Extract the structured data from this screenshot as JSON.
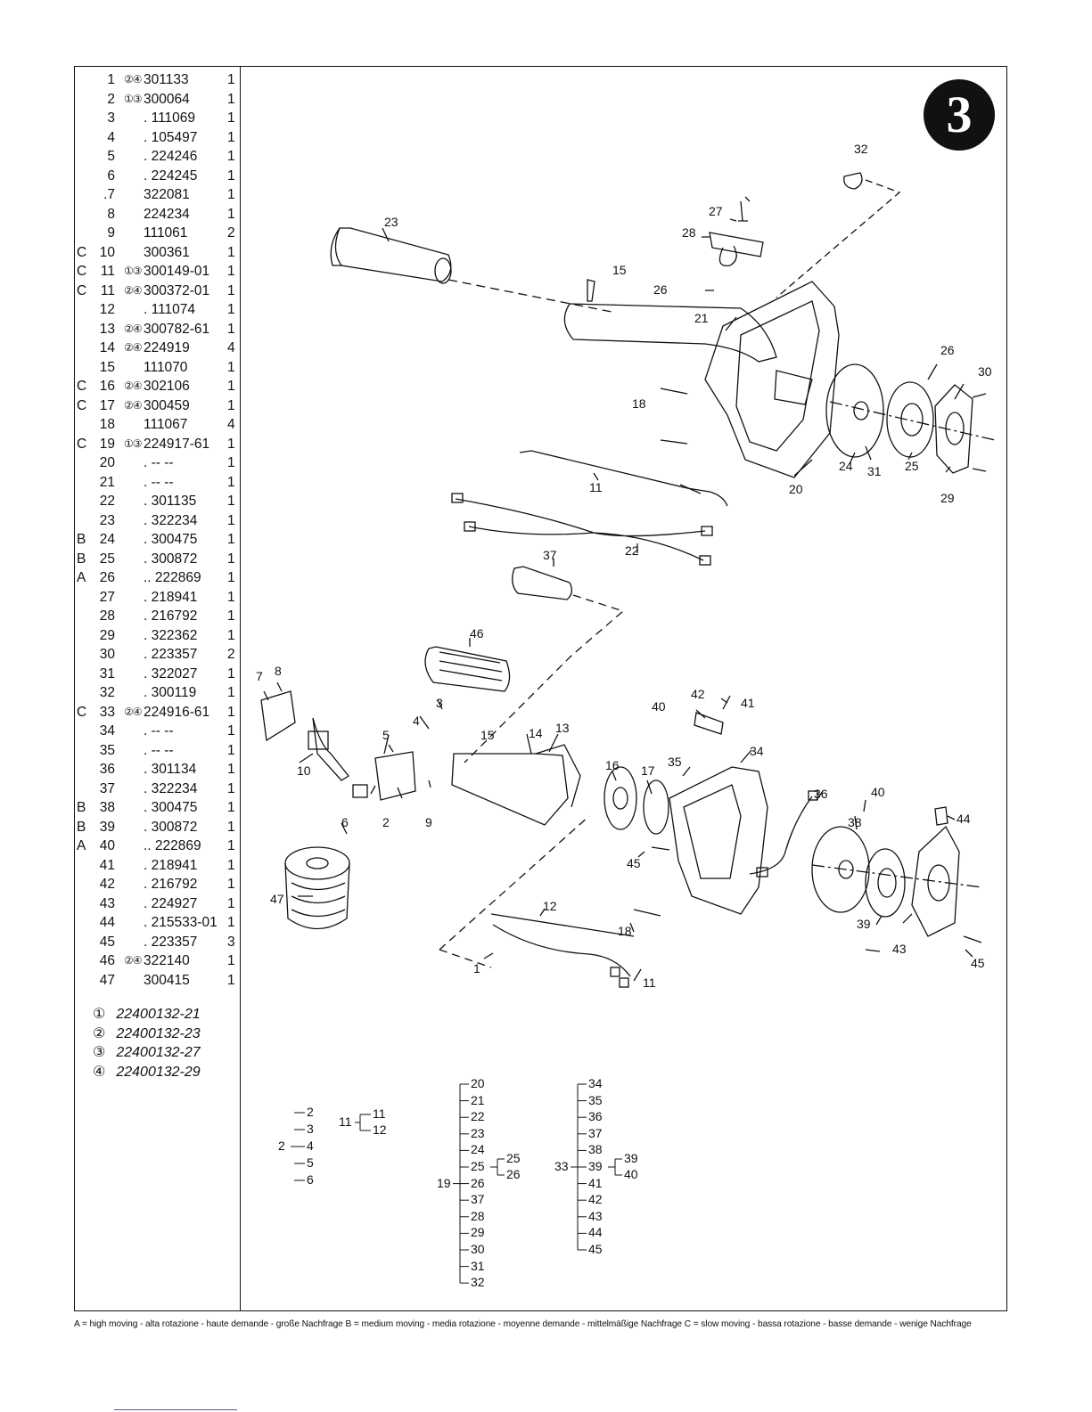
{
  "page_badge": "3",
  "parts": [
    {
      "code": "",
      "num": "1",
      "codes": "②④",
      "part": "301133",
      "qty": "1"
    },
    {
      "code": "",
      "num": "2",
      "codes": "①③",
      "part": "300064",
      "qty": "1"
    },
    {
      "code": "",
      "num": "3",
      "codes": "",
      "part": ". 111069",
      "qty": "1"
    },
    {
      "code": "",
      "num": "4",
      "codes": "",
      "part": ". 105497",
      "qty": "1"
    },
    {
      "code": "",
      "num": "5",
      "codes": "",
      "part": ". 224246",
      "qty": "1"
    },
    {
      "code": "",
      "num": "6",
      "codes": "",
      "part": ". 224245",
      "qty": "1"
    },
    {
      "code": "",
      "num": ".7",
      "codes": "",
      "part": "322081",
      "qty": "1"
    },
    {
      "code": "",
      "num": "8",
      "codes": "",
      "part": "224234",
      "qty": "1"
    },
    {
      "code": "",
      "num": "9",
      "codes": "",
      "part": "111061",
      "qty": "2"
    },
    {
      "code": "C",
      "num": "10",
      "codes": "",
      "part": "300361",
      "qty": "1"
    },
    {
      "code": "C",
      "num": "11",
      "codes": "①③",
      "part": "300149-01",
      "qty": "1"
    },
    {
      "code": "C",
      "num": "11",
      "codes": "②④",
      "part": "300372-01",
      "qty": "1"
    },
    {
      "code": "",
      "num": "12",
      "codes": "",
      "part": ". 111074",
      "qty": "1"
    },
    {
      "code": "",
      "num": "13",
      "codes": "②④",
      "part": "300782-61",
      "qty": "1"
    },
    {
      "code": "",
      "num": "14",
      "codes": "②④",
      "part": "224919",
      "qty": "4"
    },
    {
      "code": "",
      "num": "15",
      "codes": "",
      "part": "111070",
      "qty": "1"
    },
    {
      "code": "C",
      "num": "16",
      "codes": "②④",
      "part": "302106",
      "qty": "1"
    },
    {
      "code": "C",
      "num": "17",
      "codes": "②④",
      "part": "300459",
      "qty": "1"
    },
    {
      "code": "",
      "num": "18",
      "codes": "",
      "part": "111067",
      "qty": "4"
    },
    {
      "code": "C",
      "num": "19",
      "codes": "①③",
      "part": "224917-61",
      "qty": "1"
    },
    {
      "code": "",
      "num": "20",
      "codes": "",
      "part": ". -- --",
      "qty": "1"
    },
    {
      "code": "",
      "num": "21",
      "codes": "",
      "part": ". -- --",
      "qty": "1"
    },
    {
      "code": "",
      "num": "22",
      "codes": "",
      "part": ". 301135",
      "qty": "1"
    },
    {
      "code": "",
      "num": "23",
      "codes": "",
      "part": ". 322234",
      "qty": "1"
    },
    {
      "code": "B",
      "num": "24",
      "codes": "",
      "part": ". 300475",
      "qty": "1"
    },
    {
      "code": "B",
      "num": "25",
      "codes": "",
      "part": ". 300872",
      "qty": "1"
    },
    {
      "code": "A",
      "num": "26",
      "codes": "",
      "part": ".. 222869",
      "qty": "1"
    },
    {
      "code": "",
      "num": "27",
      "codes": "",
      "part": ". 218941",
      "qty": "1"
    },
    {
      "code": "",
      "num": "28",
      "codes": "",
      "part": ". 216792",
      "qty": "1"
    },
    {
      "code": "",
      "num": "29",
      "codes": "",
      "part": ". 322362",
      "qty": "1"
    },
    {
      "code": "",
      "num": "30",
      "codes": "",
      "part": ". 223357",
      "qty": "2"
    },
    {
      "code": "",
      "num": "31",
      "codes": "",
      "part": ". 322027",
      "qty": "1"
    },
    {
      "code": "",
      "num": "32",
      "codes": "",
      "part": ". 300119",
      "qty": "1"
    },
    {
      "code": "C",
      "num": "33",
      "codes": "②④",
      "part": "224916-61",
      "qty": "1"
    },
    {
      "code": "",
      "num": "34",
      "codes": "",
      "part": ". -- --",
      "qty": "1"
    },
    {
      "code": "",
      "num": "35",
      "codes": "",
      "part": ". -- --",
      "qty": "1"
    },
    {
      "code": "",
      "num": "36",
      "codes": "",
      "part": ". 301134",
      "qty": "1"
    },
    {
      "code": "",
      "num": "37",
      "codes": "",
      "part": ". 322234",
      "qty": "1"
    },
    {
      "code": "B",
      "num": "38",
      "codes": "",
      "part": ". 300475",
      "qty": "1"
    },
    {
      "code": "B",
      "num": "39",
      "codes": "",
      "part": ". 300872",
      "qty": "1"
    },
    {
      "code": "A",
      "num": "40",
      "codes": "",
      "part": ".. 222869",
      "qty": "1"
    },
    {
      "code": "",
      "num": "41",
      "codes": "",
      "part": ". 218941",
      "qty": "1"
    },
    {
      "code": "",
      "num": "42",
      "codes": "",
      "part": ". 216792",
      "qty": "1"
    },
    {
      "code": "",
      "num": "43",
      "codes": "",
      "part": ". 224927",
      "qty": "1"
    },
    {
      "code": "",
      "num": "44",
      "codes": "",
      "part": ". 215533-01",
      "qty": "1"
    },
    {
      "code": "",
      "num": "45",
      "codes": "",
      "part": ". 223357",
      "qty": "3"
    },
    {
      "code": "",
      "num": "46",
      "codes": "②④",
      "part": "322140",
      "qty": "1"
    },
    {
      "code": "",
      "num": "47",
      "codes": "",
      "part": "300415",
      "qty": "1"
    }
  ],
  "kits": [
    {
      "mark": "①",
      "code": "22400132-21"
    },
    {
      "mark": "②",
      "code": "22400132-23"
    },
    {
      "mark": "③",
      "code": "22400132-27"
    },
    {
      "mark": "④",
      "code": "22400132-29"
    }
  ],
  "callouts": {
    "c1": "1",
    "c2": "2",
    "c3": "3",
    "c4": "4",
    "c5": "5",
    "c6": "6",
    "c7": "7",
    "c8": "8",
    "c9": "9",
    "c10": "10",
    "c11a": "11",
    "c11b": "11",
    "c12": "12",
    "c13": "13",
    "c14": "14",
    "c15a": "15",
    "c15b": "15",
    "c16": "16",
    "c17": "17",
    "c18a": "18",
    "c18b": "18",
    "c20": "20",
    "c21": "21",
    "c22": "22",
    "c23": "23",
    "c24": "24",
    "c25": "25",
    "c26a": "26",
    "c26b": "26",
    "c27": "27",
    "c28": "28",
    "c29": "29",
    "c30": "30",
    "c31": "31",
    "c32": "32",
    "c34": "34",
    "c35": "35",
    "c36": "36",
    "c37": "37",
    "c38": "38",
    "c39": "39",
    "c40a": "40",
    "c40b": "40",
    "c41": "41",
    "c42": "42",
    "c43": "43",
    "c44": "44",
    "c45a": "45",
    "c45b": "45",
    "c46": "46",
    "c47": "47"
  },
  "trees": {
    "group2": {
      "children": [
        "2",
        "3",
        "4",
        "5",
        "6"
      ]
    },
    "group11": {
      "parent": "11",
      "children": [
        "11",
        "12"
      ]
    },
    "group19": {
      "parent": "19",
      "children": [
        "20",
        "21",
        "22",
        "23",
        "24",
        "25",
        "26",
        "37",
        "28",
        "29",
        "30",
        "31",
        "32"
      ],
      "sub25": [
        "25",
        "26"
      ]
    },
    "group33": {
      "parent": "33",
      "children": [
        "34",
        "35",
        "36",
        "37",
        "38",
        "39",
        "41",
        "42",
        "43",
        "44",
        "45"
      ],
      "sub39": [
        "39",
        "40"
      ]
    }
  },
  "legend": "A = high moving - alta rotazione - haute demande - große Nachfrage   B = medium moving - media rotazione - moyenne demande - mittelmäßige Nachfrage   C = slow moving - bassa rotazione - basse demande - wenige Nachfrage"
}
